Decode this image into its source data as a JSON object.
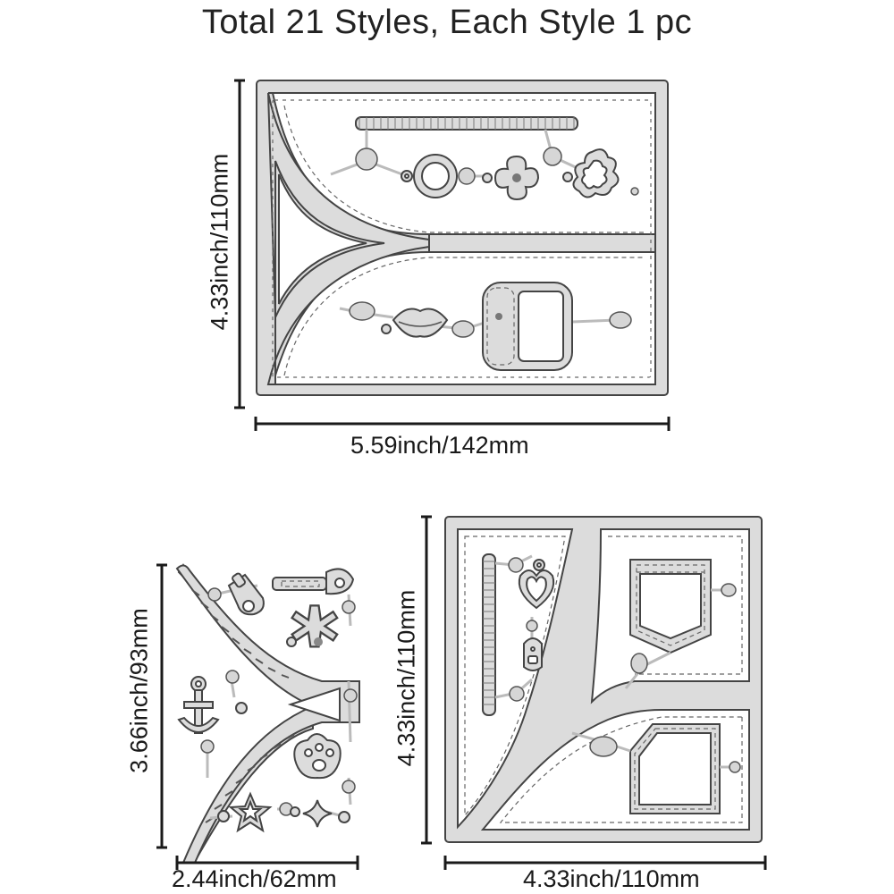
{
  "title": "Total 21 Styles, Each Style 1 pc",
  "dies": {
    "large": {
      "width_label": "5.59inch/142mm",
      "height_label": "4.33inch/110mm"
    },
    "small": {
      "width_label": "2.44inch/62mm",
      "height_label": "3.66inch/93mm"
    },
    "square": {
      "width_label": "4.33inch/110mm",
      "height_label": "4.33inch/110mm"
    }
  },
  "colors": {
    "die_fill": "#d9d9d9",
    "die_stroke": "#444444",
    "dim_line": "#1a1a1a"
  }
}
